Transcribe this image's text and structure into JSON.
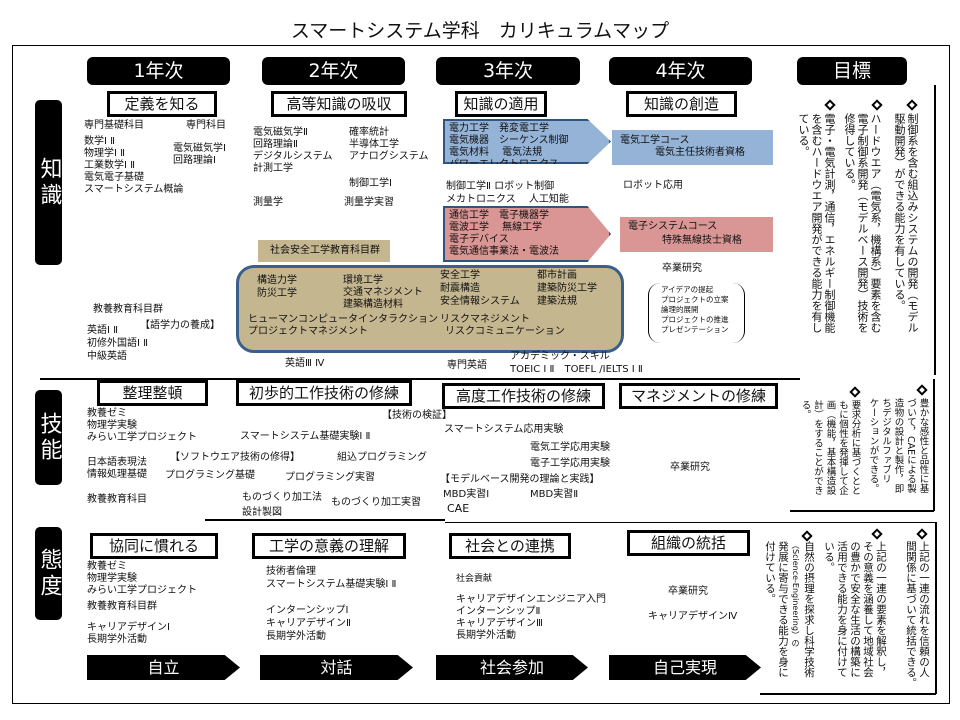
{
  "title": "スマートシステム学科　カリキュラムマップ",
  "header": {
    "years": [
      "1年次",
      "2年次",
      "3年次",
      "4年次"
    ],
    "goal": "目標"
  },
  "categories": {
    "knowledge": "知識",
    "skills": "技能",
    "attitude": "態度"
  },
  "knowledge": {
    "headings": [
      "定義を知る",
      "高等知識の吸収",
      "知識の適用",
      "知識の創造"
    ],
    "y1": {
      "basic_label": "専門基礎科目",
      "major_label": "専門科目",
      "basic": [
        "数学Ⅰ Ⅱ",
        "物理学Ⅰ Ⅱ",
        "工業数学Ⅰ Ⅱ",
        "電気電子基礎",
        "スマートシステム概論"
      ],
      "major": [
        "電気磁気学Ⅰ",
        "回路理論Ⅰ"
      ]
    },
    "y2": {
      "col1": [
        "電気磁気学Ⅱ",
        "回路理論Ⅱ",
        "デジタルシステム",
        "計測工学"
      ],
      "col2": [
        "確率統計",
        "半導体工学",
        "アナログシステム"
      ],
      "control": "制御工学Ⅰ",
      "survey": "測量学",
      "survey_practice": "測量学実習"
    },
    "y3": {
      "electrical": [
        "電力工学　発変電工学",
        "電気機器　シーケンス制御",
        "電気材料　 電気法規",
        "パワーエレクトロニクス"
      ],
      "robot": [
        "制御工学Ⅱ ロボット制御",
        "メカトロニクス　 人工知能"
      ],
      "electronic": [
        "通信工学　電子機器学",
        "電波工学　 無線工学",
        "電子デバイス",
        "電気通信事業法・電波法"
      ]
    },
    "y4": {
      "electrical_course": "電気工学コース",
      "electrical_cert": "電気主任技術者資格",
      "robot": "ロボット応用",
      "electronic_course": "電子システムコース",
      "electronic_cert": "特殊無線技士資格",
      "thesis": "卒業研究",
      "thesis_items": [
        "アイデアの提起",
        "プロジェクトの立案",
        "論理的展開",
        "プロジェクトの推進",
        "プレゼンテーション"
      ]
    },
    "safety": {
      "label": "社会安全工学教育科目群",
      "c1": [
        "構造力学",
        "防災工学"
      ],
      "c2": [
        "環境工学",
        "交通マネジメント",
        "建築構造材料"
      ],
      "c3": [
        "安全工学",
        "耐震構造",
        "安全情報システム"
      ],
      "c4": [
        "都市計画",
        "建築防災工学",
        "建築法規"
      ],
      "c5": [
        "ヒューマンコンピュータインタラクション",
        "プロジェクトマネジメント"
      ],
      "c6": [
        "リスクマネジメント",
        "リスクコミュニケーション"
      ]
    },
    "liberal": {
      "label": "教養教育科目群",
      "language_note": "【語学力の養成】",
      "english": [
        "英語Ⅰ Ⅱ",
        "初修外国語Ⅰ Ⅱ",
        "中級英語"
      ],
      "english2": "英語Ⅲ Ⅳ",
      "tech_english": "専門英語",
      "academic": "アカデミック・スキル",
      "toeic": "TOEIC Ⅰ Ⅱ　TOEFL /IELTS Ⅰ Ⅱ"
    }
  },
  "skills": {
    "headings": [
      "整理整頓",
      "初歩的工作技術の修練",
      "高度工作技術の修練",
      "マネジメントの修練"
    ],
    "y1": {
      "a": [
        "教養ゼミ",
        "物理学実験",
        "みらい工学プロジェクト"
      ],
      "b": [
        "日本語表現法",
        "情報処理基礎"
      ],
      "c": "教養教育科目"
    },
    "y2": {
      "verify": "【技術の検証】",
      "basic_exp": "スマートシステム基礎実験Ⅰ Ⅱ",
      "software": "【ソフトウエア技術の修得】",
      "embedded": "組込プログラミング",
      "prog_basic": "プログラミング基礎",
      "prog_practice": "プログラミング実習",
      "mfg": "ものづくり加工法",
      "drafting": "設計製図",
      "mfg_practice": "ものづくり加工実習"
    },
    "y3": {
      "applied": "スマートシステム応用実験",
      "elec_exp": "電気工学応用実験",
      "electronic_exp": "電子工学応用実験",
      "mbd": "【モデルベース開発の理論と実践】",
      "mbd1": "MBD実習Ⅰ",
      "mbd2": "MBD実習Ⅱ",
      "cae": "CAE"
    },
    "y4": {
      "thesis": "卒業研究"
    }
  },
  "attitude": {
    "headings": [
      "協同に慣れる",
      "工学の意義の理解",
      "社会との連携",
      "組織の統括"
    ],
    "y1": {
      "a": [
        "教養ゼミ",
        "物理学実験",
        "みらい工学プロジェクト"
      ],
      "b": "教養教育科目群",
      "c": [
        "キャリアデザインⅠ",
        "長期学外活動"
      ]
    },
    "y2": {
      "a": [
        "技術者倫理",
        "スマートシステム基礎実験Ⅰ Ⅱ"
      ],
      "b": [
        "インターンシップⅠ",
        "キャリアデザインⅡ",
        "長期学外活動"
      ]
    },
    "y3": {
      "a": "社会貢献",
      "b": [
        "キャリアデザインエンジニア入門",
        "インターンシップⅡ",
        "キャリアデザインⅢ",
        "長期学外活動"
      ]
    },
    "y4": {
      "thesis": "卒業研究",
      "career": "キャリアデザインⅣ"
    }
  },
  "stages": [
    "自立",
    "対話",
    "社会参加",
    "自己実現"
  ],
  "goals": {
    "knowledge": [
      [
        "制御系を含む組込みシステムの開発（モデル",
        "駆動開発）ができる能力を有している。"
      ],
      [
        "ハードウエア（電気系，機構系）要素を含む",
        "電子制御系開発（モデルベース開発）技術を",
        "修得している。"
      ],
      [
        "電子・電気計測，通信，エネルギー制御機能",
        "を含むハードウエア開発ができる能力を有し",
        "ている。"
      ]
    ],
    "skills": [
      [
        "豊かな感性と品性に基",
        "づいて，CAEによる製",
        "造物の設計と製作，即",
        "ちデジタルファブリ",
        "ケーションができる。"
      ],
      [
        "要求分析に基づくとと",
        "もに個性を発揮して企",
        "画（機能，基本構造設",
        "計）をすることができ",
        "る。"
      ]
    ],
    "attitude": [
      [
        "上記の一連の流れを信頼の人",
        "間関係に基づいて統括できる。"
      ],
      [
        "上記の一連の要素を解釈し，",
        "その意義を涵養して地域社会",
        "の豊かで安全な生活の構築に",
        "活用できる能力を身に付けて",
        "いる。"
      ],
      [
        "自然の摂理を探求し科学技術",
        "（Science-Engineering）の",
        "発展に寄与できる能力を身に",
        "付けている。"
      ]
    ]
  },
  "colors": {
    "electrical": "#95b3d7",
    "electronic": "#d99694",
    "safety": "#c4b68f",
    "safety_border": "#3a5f8a"
  }
}
